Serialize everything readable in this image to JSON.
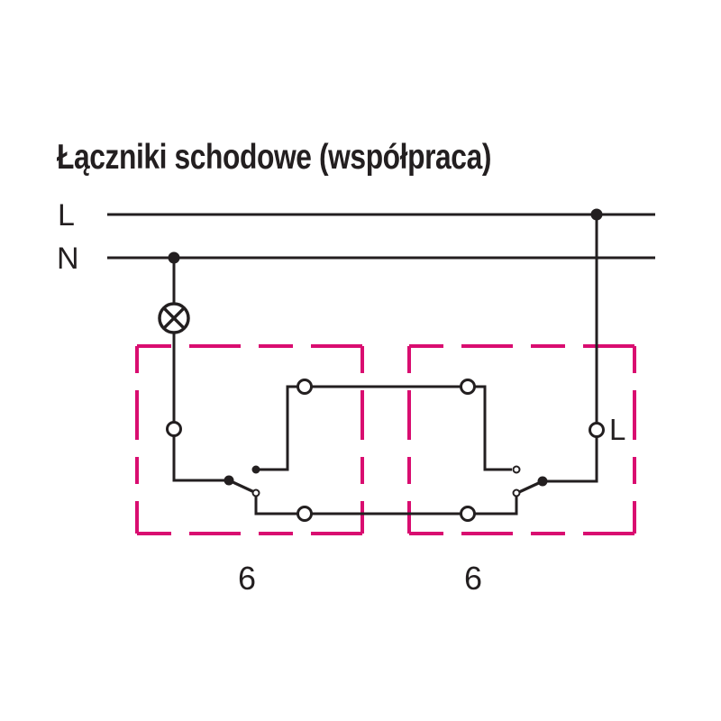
{
  "title": "Łączniki schodowe (współpraca)",
  "power_lines": {
    "live_label": "L",
    "neutral_label": "N"
  },
  "lamp": {
    "icon": "lamp-icon"
  },
  "switches": [
    {
      "name": "staircase-switch-1",
      "model_label": "6"
    },
    {
      "name": "staircase-switch-2",
      "model_label": "6",
      "terminal_label": "L"
    }
  ],
  "colors": {
    "wire": "#231f20",
    "enclosure": "#d90d70",
    "background": "#ffffff"
  }
}
